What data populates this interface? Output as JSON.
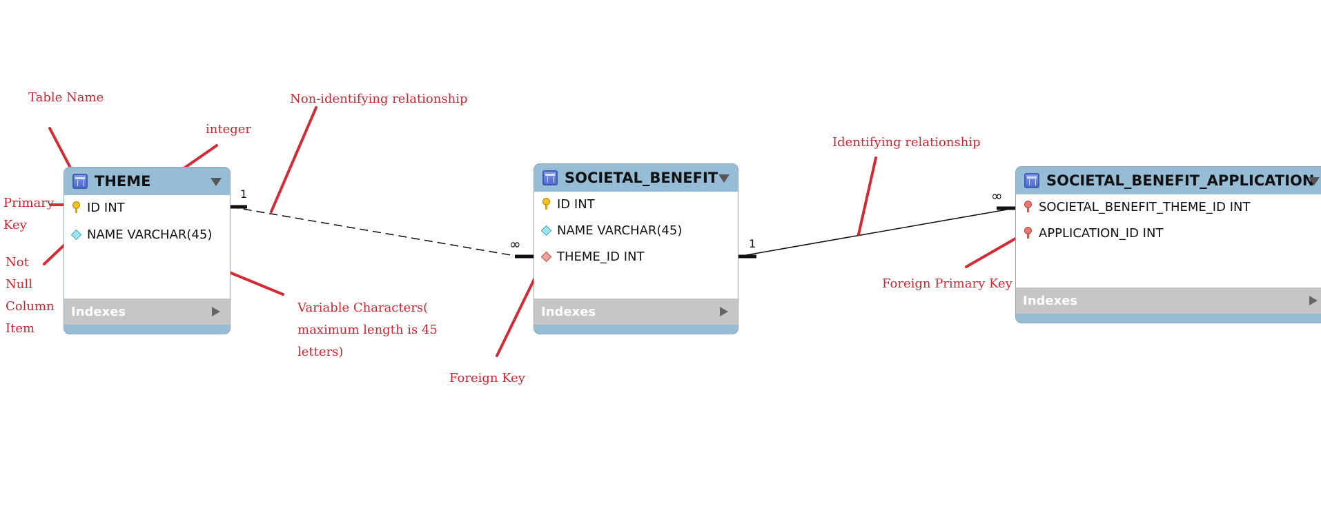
{
  "tables": [
    {
      "name": "THEME",
      "columns": [
        {
          "text": "ID INT",
          "icon": "primary-key-icon"
        },
        {
          "text": "NAME VARCHAR(45)",
          "icon": "not-null-diamond-icon"
        }
      ],
      "indexes_label": "Indexes"
    },
    {
      "name": "SOCIETAL_BENEFIT",
      "columns": [
        {
          "text": "ID INT",
          "icon": "primary-key-icon"
        },
        {
          "text": "NAME VARCHAR(45)",
          "icon": "not-null-diamond-icon"
        },
        {
          "text": "THEME_ID INT",
          "icon": "foreign-key-diamond-icon"
        }
      ],
      "indexes_label": "Indexes"
    },
    {
      "name": "SOCIETAL_BENEFIT_APPLICATION",
      "columns": [
        {
          "text": "SOCIETAL_BENEFIT_THEME_ID INT",
          "icon": "foreign-primary-key-icon"
        },
        {
          "text": "APPLICATION_ID INT",
          "icon": "foreign-primary-key-icon"
        }
      ],
      "indexes_label": "Indexes"
    }
  ],
  "relationships": [
    {
      "type": "Non-identifying relationship",
      "style": "dashed",
      "from_cardinality": "1",
      "to_cardinality": "∞"
    },
    {
      "type": "Identifying relationship",
      "style": "solid",
      "from_cardinality": "1",
      "to_cardinality": "∞"
    }
  ],
  "annotations": {
    "table_name": "Table Name",
    "integer": "integer",
    "non_identifying": "Non-identifying relationship",
    "identifying": "Identifying relationship",
    "primary_key": [
      "Primary",
      "Key"
    ],
    "not_null": [
      "Not",
      "Null",
      "Column",
      "Item"
    ],
    "varchar": [
      "Variable Characters(",
      "maximum length is 45",
      "letters)"
    ],
    "foreign_key": "Foreign Key",
    "foreign_primary_key": "Foreign Primary Key"
  },
  "colors": {
    "annotation": "#c82833",
    "table_header": "#97bdd6",
    "indexes_bar": "#c6c6c6"
  }
}
